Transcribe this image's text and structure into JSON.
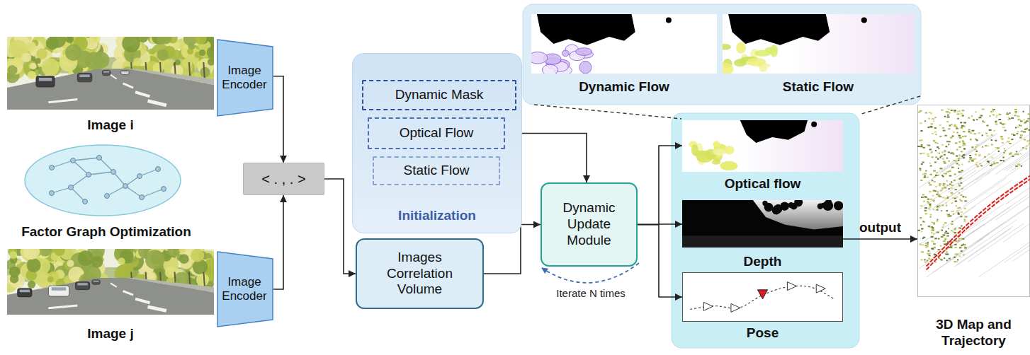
{
  "diagram": {
    "nodes": [
      {
        "text": [
          "Image i"
        ]
      },
      {
        "text": [
          "Image Encoder"
        ]
      },
      {
        "text": [
          "Factor Graph Optimization"
        ]
      },
      {
        "text": [
          "Image j"
        ]
      },
      {
        "text": [
          "Image Encoder"
        ]
      },
      {
        "text": [
          "< . , . >"
        ]
      },
      {
        "text": [
          "Initialization"
        ]
      },
      {
        "text": [
          "Dynamic Mask"
        ],
        "in": 6
      },
      {
        "text": [
          "Optical Flow"
        ],
        "in": 6
      },
      {
        "text": [
          "Static Flow"
        ],
        "in": 6
      },
      {
        "text": [
          "Images Correlation Volume"
        ]
      },
      {
        "text": [
          "Dynamic Update Module"
        ]
      },
      {
        "text": [
          "Dynamic Flow"
        ]
      },
      {
        "text": [
          "Static Flow"
        ]
      },
      {
        "text": [
          "Optical flow"
        ]
      },
      {
        "text": [
          "Depth"
        ]
      },
      {
        "text": [
          "Pose"
        ]
      },
      {
        "text": [
          "3D Map and Trajectory"
        ]
      }
    ],
    "edges": [
      {
        "from": 1,
        "to": 5,
        "arrow": "to"
      },
      {
        "from": 4,
        "to": 5,
        "arrow": "to"
      },
      {
        "from": 5,
        "to": 10,
        "arrow": "to"
      },
      {
        "from": 10,
        "to": 11,
        "arrow": "to"
      },
      {
        "from": 8,
        "to": 11,
        "arrow": "to"
      },
      {
        "from": 11,
        "to": 14,
        "arrow": "to"
      },
      {
        "from": 11,
        "to": 15,
        "arrow": "to"
      },
      {
        "from": 11,
        "to": 16,
        "arrow": "to"
      },
      {
        "from": 15,
        "to": 17,
        "label": "output",
        "arrow": "to"
      }
    ],
    "labels": [
      "Iterate N times"
    ]
  }
}
